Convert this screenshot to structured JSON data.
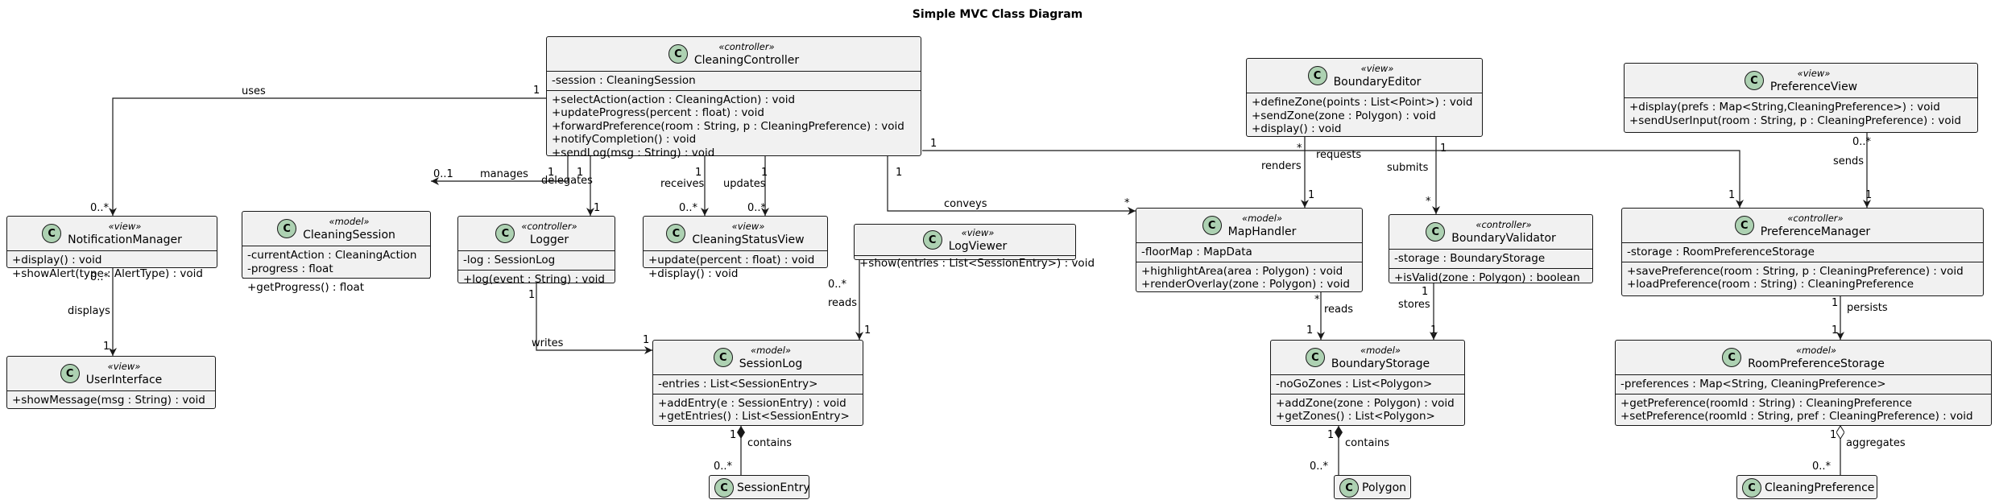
{
  "title": "Simple MVC Class Diagram",
  "icon": "class-icon",
  "colors": {
    "class_fill": "#f1f1f1",
    "circle_fill": "#add1b2",
    "line": "#181818"
  },
  "classes": {
    "cleaning_controller": {
      "letter": "C",
      "stereotype": "«controller»",
      "name": "CleaningController",
      "fields": [
        "-session : CleaningSession"
      ],
      "methods": [
        "+selectAction(action : CleaningAction) : void",
        "+updateProgress(percent : float) : void",
        "+forwardPreference(room : String, p : CleaningPreference) : void",
        "+notifyCompletion() : void",
        "+sendLog(msg : String) : void"
      ]
    },
    "boundary_editor": {
      "letter": "C",
      "stereotype": "«view»",
      "name": "BoundaryEditor",
      "methods": [
        "+defineZone(points : List<Point>) : void",
        "+sendZone(zone : Polygon) : void",
        "+display() : void"
      ]
    },
    "preference_view": {
      "letter": "C",
      "stereotype": "«view»",
      "name": "PreferenceView",
      "methods": [
        "+display(prefs : Map<String,CleaningPreference>) : void",
        "+sendUserInput(room : String, p : CleaningPreference) : void"
      ]
    },
    "notification_manager": {
      "letter": "C",
      "stereotype": "«view»",
      "name": "NotificationManager",
      "methods": [
        "+display() : void",
        "+showAlert(type : AlertType) : void"
      ]
    },
    "cleaning_session": {
      "letter": "C",
      "stereotype": "«model»",
      "name": "CleaningSession",
      "fields": [
        "-currentAction : CleaningAction",
        "-progress : float"
      ],
      "methods": [
        "+getProgress() : float"
      ]
    },
    "logger": {
      "letter": "C",
      "stereotype": "«controller»",
      "name": "Logger",
      "fields": [
        "-log : SessionLog"
      ],
      "methods": [
        "+log(event : String) : void"
      ]
    },
    "cleaning_status_view": {
      "letter": "C",
      "stereotype": "«view»",
      "name": "CleaningStatusView",
      "methods": [
        "+update(percent : float) : void",
        "+display() : void"
      ]
    },
    "log_viewer": {
      "letter": "C",
      "stereotype": "«view»",
      "name": "LogViewer",
      "methods": [
        "+show(entries : List<SessionEntry>) : void"
      ]
    },
    "map_handler": {
      "letter": "C",
      "stereotype": "«model»",
      "name": "MapHandler",
      "fields": [
        "-floorMap : MapData"
      ],
      "methods": [
        "+highlightArea(area : Polygon) : void",
        "+renderOverlay(zone : Polygon) : void"
      ]
    },
    "boundary_validator": {
      "letter": "C",
      "stereotype": "«controller»",
      "name": "BoundaryValidator",
      "fields": [
        "-storage : BoundaryStorage"
      ],
      "methods": [
        "+isValid(zone : Polygon) : boolean"
      ]
    },
    "preference_manager": {
      "letter": "C",
      "stereotype": "«controller»",
      "name": "PreferenceManager",
      "fields": [
        "-storage : RoomPreferenceStorage"
      ],
      "methods": [
        "+savePreference(room : String, p : CleaningPreference) : void",
        "+loadPreference(room : String) : CleaningPreference"
      ]
    },
    "user_interface": {
      "letter": "C",
      "stereotype": "«view»",
      "name": "UserInterface",
      "methods": [
        "+showMessage(msg : String) : void"
      ]
    },
    "session_log": {
      "letter": "C",
      "stereotype": "«model»",
      "name": "SessionLog",
      "fields": [
        "-entries : List<SessionEntry>"
      ],
      "methods": [
        "+addEntry(e : SessionEntry) : void",
        "+getEntries() : List<SessionEntry>"
      ]
    },
    "boundary_storage": {
      "letter": "C",
      "stereotype": "«model»",
      "name": "BoundaryStorage",
      "fields": [
        "-noGoZones : List<Polygon>"
      ],
      "methods": [
        "+addZone(zone : Polygon) : void",
        "+getZones() : List<Polygon>"
      ]
    },
    "room_preference_storage": {
      "letter": "C",
      "stereotype": "«model»",
      "name": "RoomPreferenceStorage",
      "fields": [
        "-preferences : Map<String, CleaningPreference>"
      ],
      "methods": [
        "+getPreference(roomId : String) : CleaningPreference",
        "+setPreference(roomId : String, pref : CleaningPreference) : void"
      ]
    },
    "session_entry": {
      "letter": "C",
      "name": "SessionEntry"
    },
    "polygon": {
      "letter": "C",
      "name": "Polygon"
    },
    "cleaning_preference": {
      "letter": "C",
      "name": "CleaningPreference"
    }
  },
  "relations": {
    "uses": {
      "label": "uses",
      "from": "1",
      "to": "0..*"
    },
    "manages": {
      "label": "manages",
      "from": "1",
      "to": "0..1"
    },
    "delegates": {
      "label": "delegates",
      "from": "1",
      "to": "1"
    },
    "receives": {
      "label": "receives",
      "from": "1",
      "to": "0..*"
    },
    "updates": {
      "label": "updates",
      "from": "1",
      "to": "0..*"
    },
    "conveys": {
      "label": "conveys",
      "from": "1",
      "to": "*"
    },
    "forwards": {
      "from": "1",
      "to": "1"
    },
    "renders": {
      "label": "renders",
      "from": "*",
      "to": "1"
    },
    "requests": {
      "label": "requests"
    },
    "submits": {
      "label": "submits",
      "from": "1",
      "to": "*"
    },
    "sends": {
      "label": "sends",
      "from": "0..*",
      "to": "1"
    },
    "displays": {
      "label": "displays",
      "from": "0..*",
      "to": "1"
    },
    "writes": {
      "label": "writes",
      "from": "1",
      "to": "1"
    },
    "reads": {
      "label": "reads",
      "from": "0..*",
      "to": "1"
    },
    "reads_map": {
      "label": "reads",
      "from": "*",
      "to": "1"
    },
    "stores": {
      "label": "stores",
      "from": "1",
      "to": "1"
    },
    "persists": {
      "label": "persists",
      "from": "1",
      "to": "1"
    },
    "contains_log": {
      "label": "contains",
      "from": "1",
      "to": "0..*"
    },
    "contains_poly": {
      "label": "contains",
      "from": "1",
      "to": "0..*"
    },
    "aggregates": {
      "label": "aggregates",
      "from": "1",
      "to": "0..*"
    }
  }
}
